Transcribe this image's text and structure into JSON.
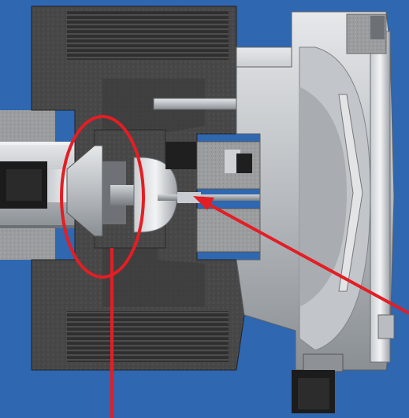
{
  "figure": {
    "background_color": "#2f67b0",
    "annotation_color": "#e31e24",
    "annotations": [
      {
        "id": "ellipse-highlight",
        "kind": "ellipse"
      },
      {
        "id": "arrow-to-shaft",
        "kind": "arrow"
      },
      {
        "id": "pointer-line-to-ellipse",
        "kind": "line"
      }
    ]
  }
}
